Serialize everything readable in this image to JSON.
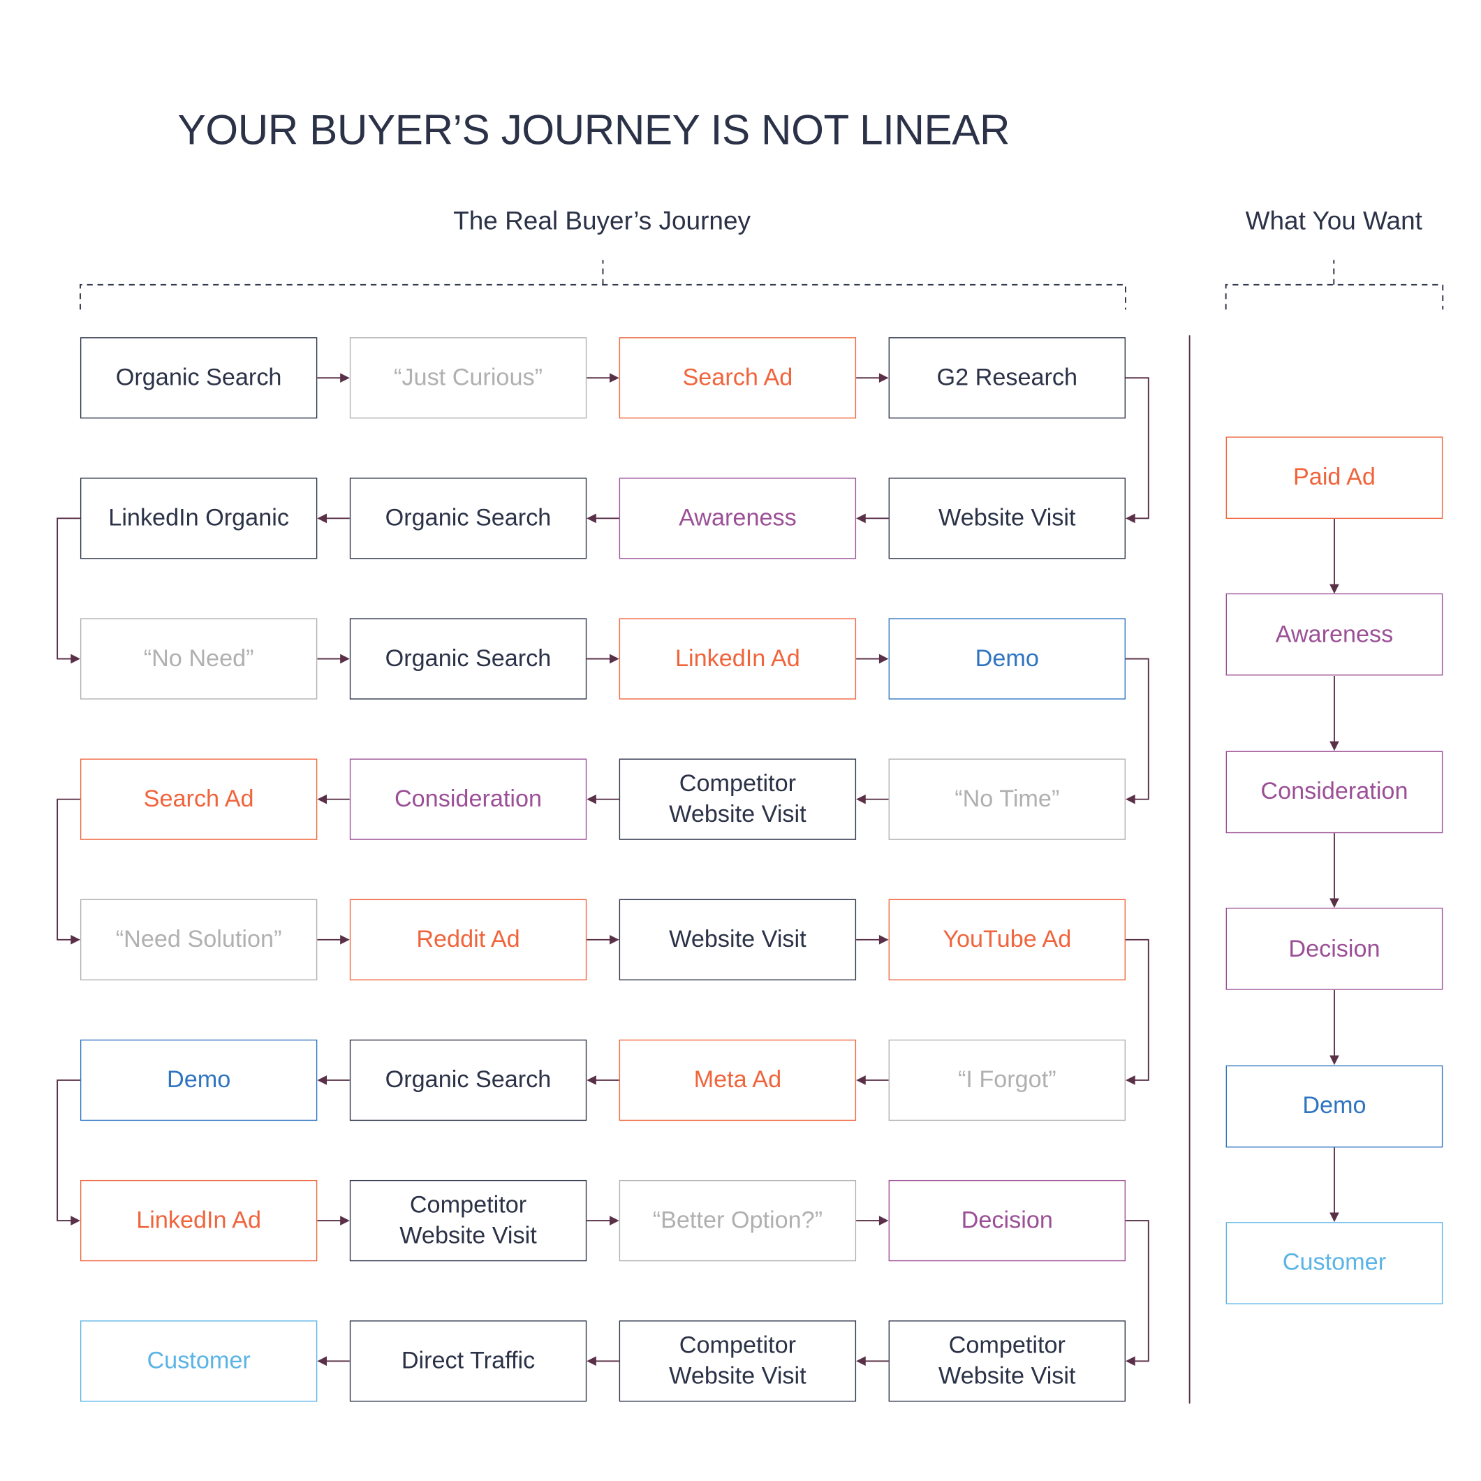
{
  "title": "YOUR BUYER’S JOURNEY IS NOT LINEAR",
  "sections": {
    "real": "The Real Buyer’s Journey",
    "want": "What You Want"
  },
  "colors": {
    "dark": "#2b3247",
    "gray": "#b0b0b0",
    "orange": "#f0643c",
    "purple": "#9b4f96",
    "blue": "#2e74c0",
    "lightblue": "#5bb4e5",
    "connector": "#5a3048"
  },
  "real_journey": {
    "rows": [
      [
        "Organic Search",
        "“Just Curious”",
        "Search Ad",
        "G2 Research"
      ],
      [
        "LinkedIn Organic",
        "Organic Search",
        "Awareness",
        "Website Visit"
      ],
      [
        "“No Need”",
        "Organic Search",
        "LinkedIn Ad",
        "Demo"
      ],
      [
        "Search Ad",
        "Consideration",
        "Competitor\nWebsite Visit",
        "“No Time”"
      ],
      [
        "“Need Solution”",
        "Reddit Ad",
        "Website Visit",
        "YouTube Ad"
      ],
      [
        "Demo",
        "Organic Search",
        "Meta Ad",
        "“I Forgot”"
      ],
      [
        "LinkedIn Ad",
        "Competitor\nWebsite Visit",
        "“Better Option?”",
        "Decision"
      ],
      [
        "Customer",
        "Direct Traffic",
        "Competitor\nWebsite Visit",
        "Competitor\nWebsite Visit"
      ]
    ],
    "styles": [
      [
        "dark",
        "gray",
        "orange",
        "dark"
      ],
      [
        "dark",
        "dark",
        "purple",
        "dark"
      ],
      [
        "gray",
        "dark",
        "orange",
        "blue"
      ],
      [
        "orange",
        "purple",
        "dark",
        "gray"
      ],
      [
        "gray",
        "orange",
        "dark",
        "orange"
      ],
      [
        "blue",
        "dark",
        "orange",
        "gray"
      ],
      [
        "orange",
        "dark",
        "gray",
        "purple"
      ],
      [
        "lightblue",
        "dark",
        "dark",
        "dark"
      ]
    ]
  },
  "ideal_journey": {
    "steps": [
      "Paid Ad",
      "Awareness",
      "Consideration",
      "Decision",
      "Demo",
      "Customer"
    ],
    "styles": [
      "orange",
      "purple",
      "purple",
      "purple",
      "blue",
      "lightblue"
    ]
  }
}
